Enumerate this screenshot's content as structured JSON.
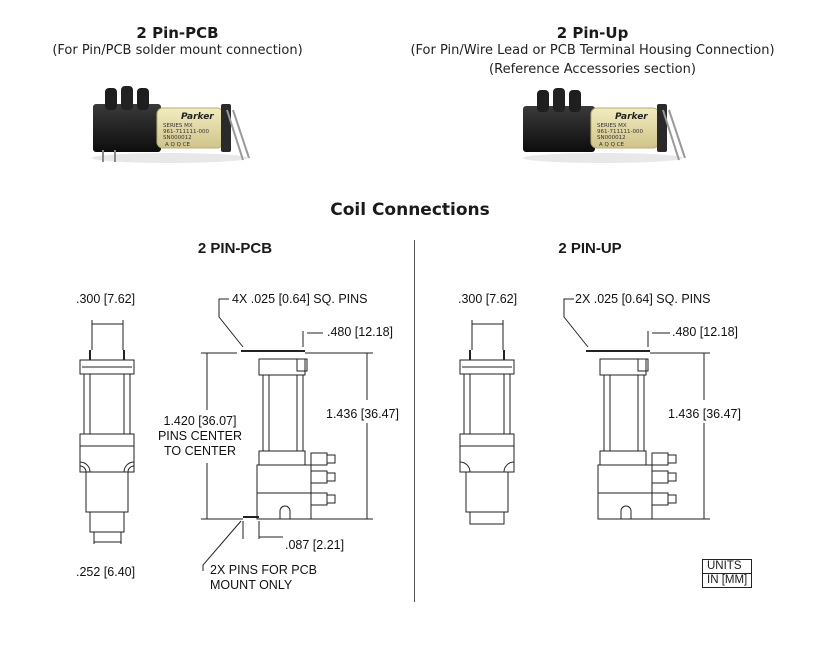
{
  "products": [
    {
      "title": "2 Pin-PCB",
      "subtitle_lines": [
        "(For Pin/PCB solder mount connection)"
      ],
      "label": {
        "brand": "Parker",
        "series": "SERIES MX",
        "part": "961-711111-000",
        "serial": "SN000012",
        "marks": "A  Q Q  CE"
      }
    },
    {
      "title": "2 Pin-Up",
      "subtitle_lines": [
        "(For Pin/Wire Lead or PCB Terminal Housing Connection)",
        "(Reference Accessories section)"
      ],
      "label": {
        "brand": "Parker",
        "series": "SERIES MX",
        "part": "961-711111-000",
        "serial": "SN000012",
        "marks": "A  Q Q  CE"
      }
    }
  ],
  "section_title": "Coil Connections",
  "left_drawing": {
    "title": "2 PIN-PCB",
    "dim_width_top": ".300 [7.62]",
    "dim_width_bottom": ".252 [6.40]",
    "pins_note": "4X .025 [0.64] SQ. PINS",
    "dim_offset": ".480 [12.18]",
    "pin_spacing": [
      "1.420 [36.07]",
      "PINS CENTER",
      "TO CENTER"
    ],
    "dim_height": "1.436 [36.47]",
    "dim_pin_length": ".087 [2.21]",
    "pcb_note": [
      "2X PINS FOR PCB",
      "MOUNT ONLY"
    ]
  },
  "right_drawing": {
    "title": "2 PIN-UP",
    "dim_width_top": ".300 [7.62]",
    "pins_note": "2X .025 [0.64] SQ. PINS",
    "dim_offset": ".480 [12.18]",
    "dim_height": "1.436 [36.47]"
  },
  "units": {
    "line1": "UNITS",
    "line2": "IN [MM]"
  }
}
